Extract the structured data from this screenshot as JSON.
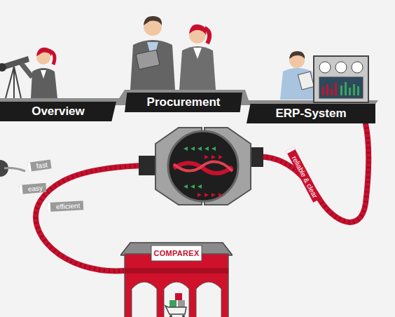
{
  "diagram": {
    "nodes": [
      {
        "text": [
          "Overview"
        ]
      },
      {
        "text": [
          "Procurement"
        ]
      },
      {
        "text": [
          "ERP-System"
        ]
      },
      {
        "text": [
          "COMPAREX"
        ]
      }
    ],
    "edges": [
      {
        "from": 3,
        "to": 2,
        "arrow": "none"
      }
    ],
    "labels": [
      "fast",
      "easy",
      "efficient",
      "reliable & clear"
    ]
  }
}
